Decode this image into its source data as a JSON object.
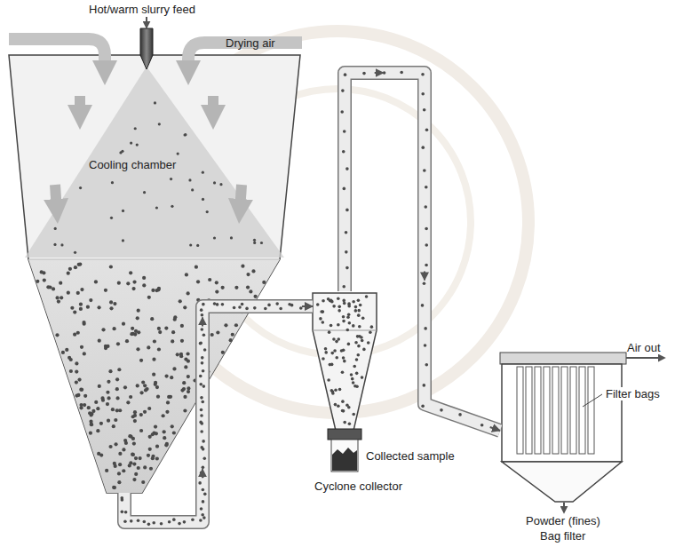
{
  "diagram": {
    "nodes": [
      {
        "text": [
          "Cooling chamber"
        ]
      },
      {
        "text": [
          "Cyclone collector"
        ]
      },
      {
        "text": [
          "Bag filter"
        ]
      }
    ],
    "edges": [
      {
        "from": 0,
        "to": 1,
        "arrow": "to"
      },
      {
        "from": 1,
        "to": 2,
        "arrow": "to"
      }
    ],
    "labels": [
      "Hot/warm slurry feed",
      "Drying air",
      "Collected sample",
      "Air out",
      "Filter bags",
      "Powder (fines)"
    ]
  }
}
